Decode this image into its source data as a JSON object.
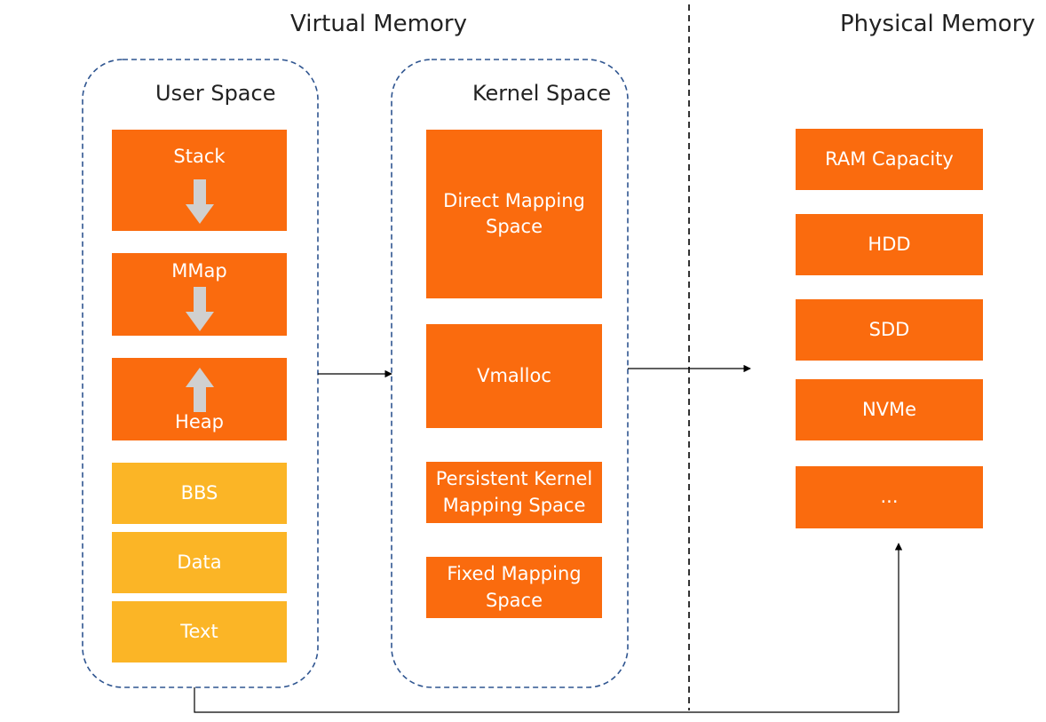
{
  "headings": {
    "virtual": "Virtual Memory",
    "physical": "Physical Memory"
  },
  "user_space": {
    "title": "User Space",
    "blocks": {
      "stack": "Stack",
      "mmap": "MMap",
      "heap": "Heap",
      "bbs": "BBS",
      "data": "Data",
      "text": "Text"
    }
  },
  "kernel_space": {
    "title": "Kernel Space",
    "blocks": {
      "direct": "Direct Mapping Space",
      "vmalloc": "Vmalloc",
      "persistent": "Persistent Kernel Mapping Space",
      "fixed": "Fixed Mapping Space"
    }
  },
  "physical_memory": {
    "items": [
      "RAM Capacity",
      "HDD",
      "SDD",
      "NVMe",
      "..."
    ]
  },
  "colors": {
    "segment_orange": "#fa6b0e",
    "segment_yellow": "#fbb526",
    "group_border": "#2f5590",
    "growth_arrow": "#d0d0d0",
    "connector": "#000000"
  }
}
